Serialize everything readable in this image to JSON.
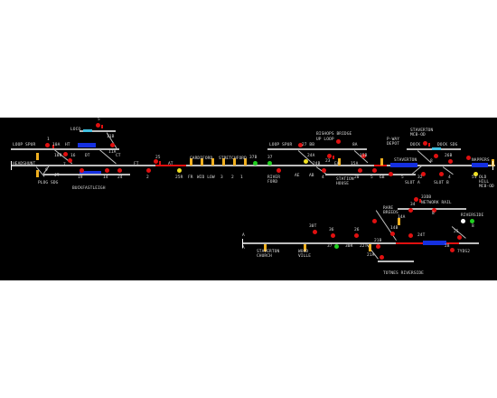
{
  "labels": {
    "loco": "LOCO",
    "l5a": "5",
    "l11b": "11B",
    "loop_spur_w": "LOOP SPUR",
    "l10a": "10A",
    "ht": "HT",
    "l11a": "11A",
    "l1": "1",
    "l10b": "10B",
    "l16": "16",
    "dt": "DT",
    "ct": "CT",
    "headshunt": "HEADSHUNT",
    "ft": "FT",
    "at": "AT",
    "l25": "25",
    "l7": "7",
    "l9": "9",
    "l19": "19",
    "l14": "14",
    "l24": "24",
    "l2": "2",
    "jt": "JT",
    "plog_sdg": "PLOG SDG",
    "buckfastleigh": "BUCKFASTLEIGH",
    "cardiford": "CARDIFORD",
    "stretchford": "STRETCHFORD",
    "l37b": "37B",
    "l37": "37",
    "l25r": "25R",
    "fr": "FR",
    "wid_low": "WID LOW",
    "l3": "3",
    "l2b": "2",
    "l1b": "1",
    "river_ford": "RIVER\nFORD",
    "loop_spur_e": "LOOP SPUR",
    "l27bb": "27 BB",
    "bishops_bridge": "BISHOPS BRIDGE",
    "up_loop": "UP LOOP",
    "l24a": "24A",
    "l23": "23",
    "l24b": "24B",
    "ea": "EA",
    "ae": "AE",
    "ab": "AB",
    "l4": "4",
    "l8a": "8A",
    "l15b": "15B",
    "l15a": "15A",
    "l20": "20",
    "station_house": "STATION\nHOUSE",
    "pway_depot": "P-WAY\nDEPOT",
    "staverton_mcb": "STAVERTON\nMCB-OD",
    "dock": "DOCK",
    "dock_sdg": "DOCK SDG",
    "staverton": "STAVERTON",
    "l26b": "26B",
    "l8": "8",
    "nappers": "NAPPERS",
    "slot_a": "SLOT A",
    "slot_b": "SLOT B",
    "l32": "32",
    "old_hill": "OLD\nHILL\nMCB-OD",
    "rl51": "51",
    "l6b": "6B",
    "l5": "5",
    "l5b": "5",
    "l4b": "4",
    "network_rail_no": "33DB",
    "network_rail": "NETWORK RAIL",
    "rare_breeds": "RARE\nBREEDS",
    "l34": "34",
    "l14a": "14A",
    "riverside": "RIVERSIDE",
    "l8e": "8",
    "l8f": "8",
    "l14b": "14B",
    "l30t": "30T",
    "l36": "36",
    "l22t": "22T",
    "l21b": "21B",
    "l24t": "24T",
    "l21a": "21A",
    "l30r": "30R",
    "l37t": "37",
    "l26": "26",
    "l25t": "25",
    "l28": "28",
    "a_w": "A",
    "a_e": "A",
    "staverton_church": "STAVERTON\nCHURCH",
    "wood_ville": "WOOD\nVILLE",
    "totnes_riverside": "TOTNES RIVERSIDE",
    "l7yds": "7YDS2"
  },
  "colors": {
    "panel": "#000000",
    "track": "#bdbdbd",
    "occupied": "#e01010",
    "route_set": "#1530e0",
    "signal_red": "#e01010",
    "signal_green": "#20d020",
    "signal_yellow": "#f0e020",
    "berth": "#f0b020"
  }
}
